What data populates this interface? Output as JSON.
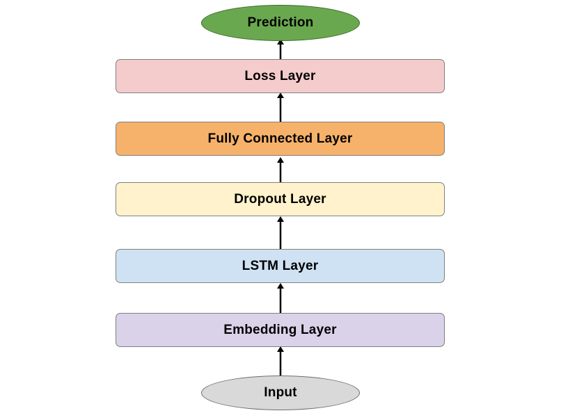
{
  "diagram": {
    "nodes": [
      {
        "id": "prediction",
        "label": "Prediction",
        "shape": "ellipse",
        "color": "#6aa84f"
      },
      {
        "id": "loss",
        "label": "Loss Layer",
        "shape": "rounded-rect",
        "color": "#f4cccc"
      },
      {
        "id": "fully_connected",
        "label": "Fully Connected Layer",
        "shape": "rounded-rect",
        "color": "#f6b26b"
      },
      {
        "id": "dropout",
        "label": "Dropout Layer",
        "shape": "rounded-rect",
        "color": "#fff2cc"
      },
      {
        "id": "lstm",
        "label": "LSTM Layer",
        "shape": "rounded-rect",
        "color": "#cfe2f3"
      },
      {
        "id": "embedding",
        "label": "Embedding Layer",
        "shape": "rounded-rect",
        "color": "#d9d2e9"
      },
      {
        "id": "input",
        "label": "Input",
        "shape": "ellipse",
        "color": "#d9d9d9"
      }
    ],
    "edges": [
      {
        "from": "input",
        "to": "embedding"
      },
      {
        "from": "embedding",
        "to": "lstm"
      },
      {
        "from": "lstm",
        "to": "dropout"
      },
      {
        "from": "dropout",
        "to": "fully_connected"
      },
      {
        "from": "fully_connected",
        "to": "loss"
      },
      {
        "from": "loss",
        "to": "prediction"
      }
    ],
    "arrow_color": "#000000"
  }
}
